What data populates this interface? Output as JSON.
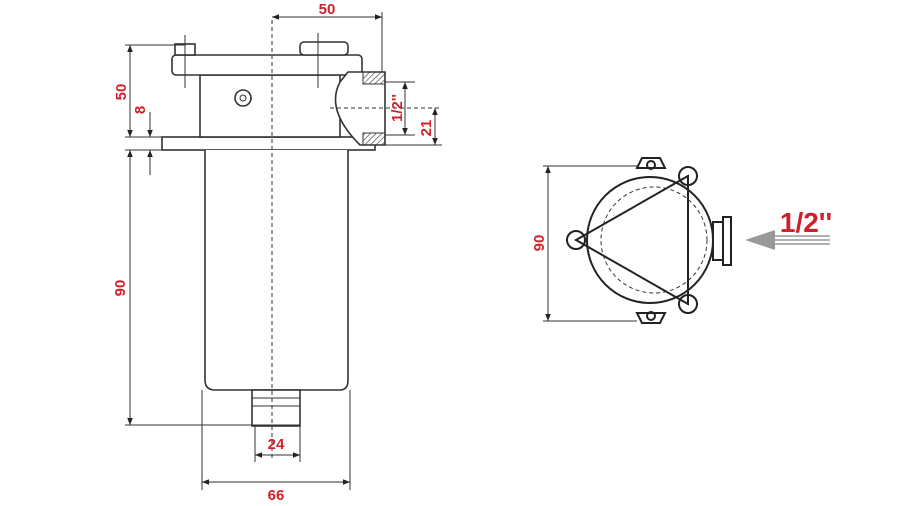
{
  "side_view": {
    "dim_top_width": "50",
    "dim_head_height": "50",
    "dim_flange": "8",
    "dim_port_size": "1/2''",
    "dim_port_height": "21",
    "dim_bowl_height": "90",
    "dim_outlet": "24",
    "dim_bowl_diameter": "66"
  },
  "top_view": {
    "dim_width": "90",
    "inlet_label": "1/2''"
  },
  "colors": {
    "dimension_text": "#d0202a",
    "arrow": "#999999",
    "line": "#222222"
  }
}
